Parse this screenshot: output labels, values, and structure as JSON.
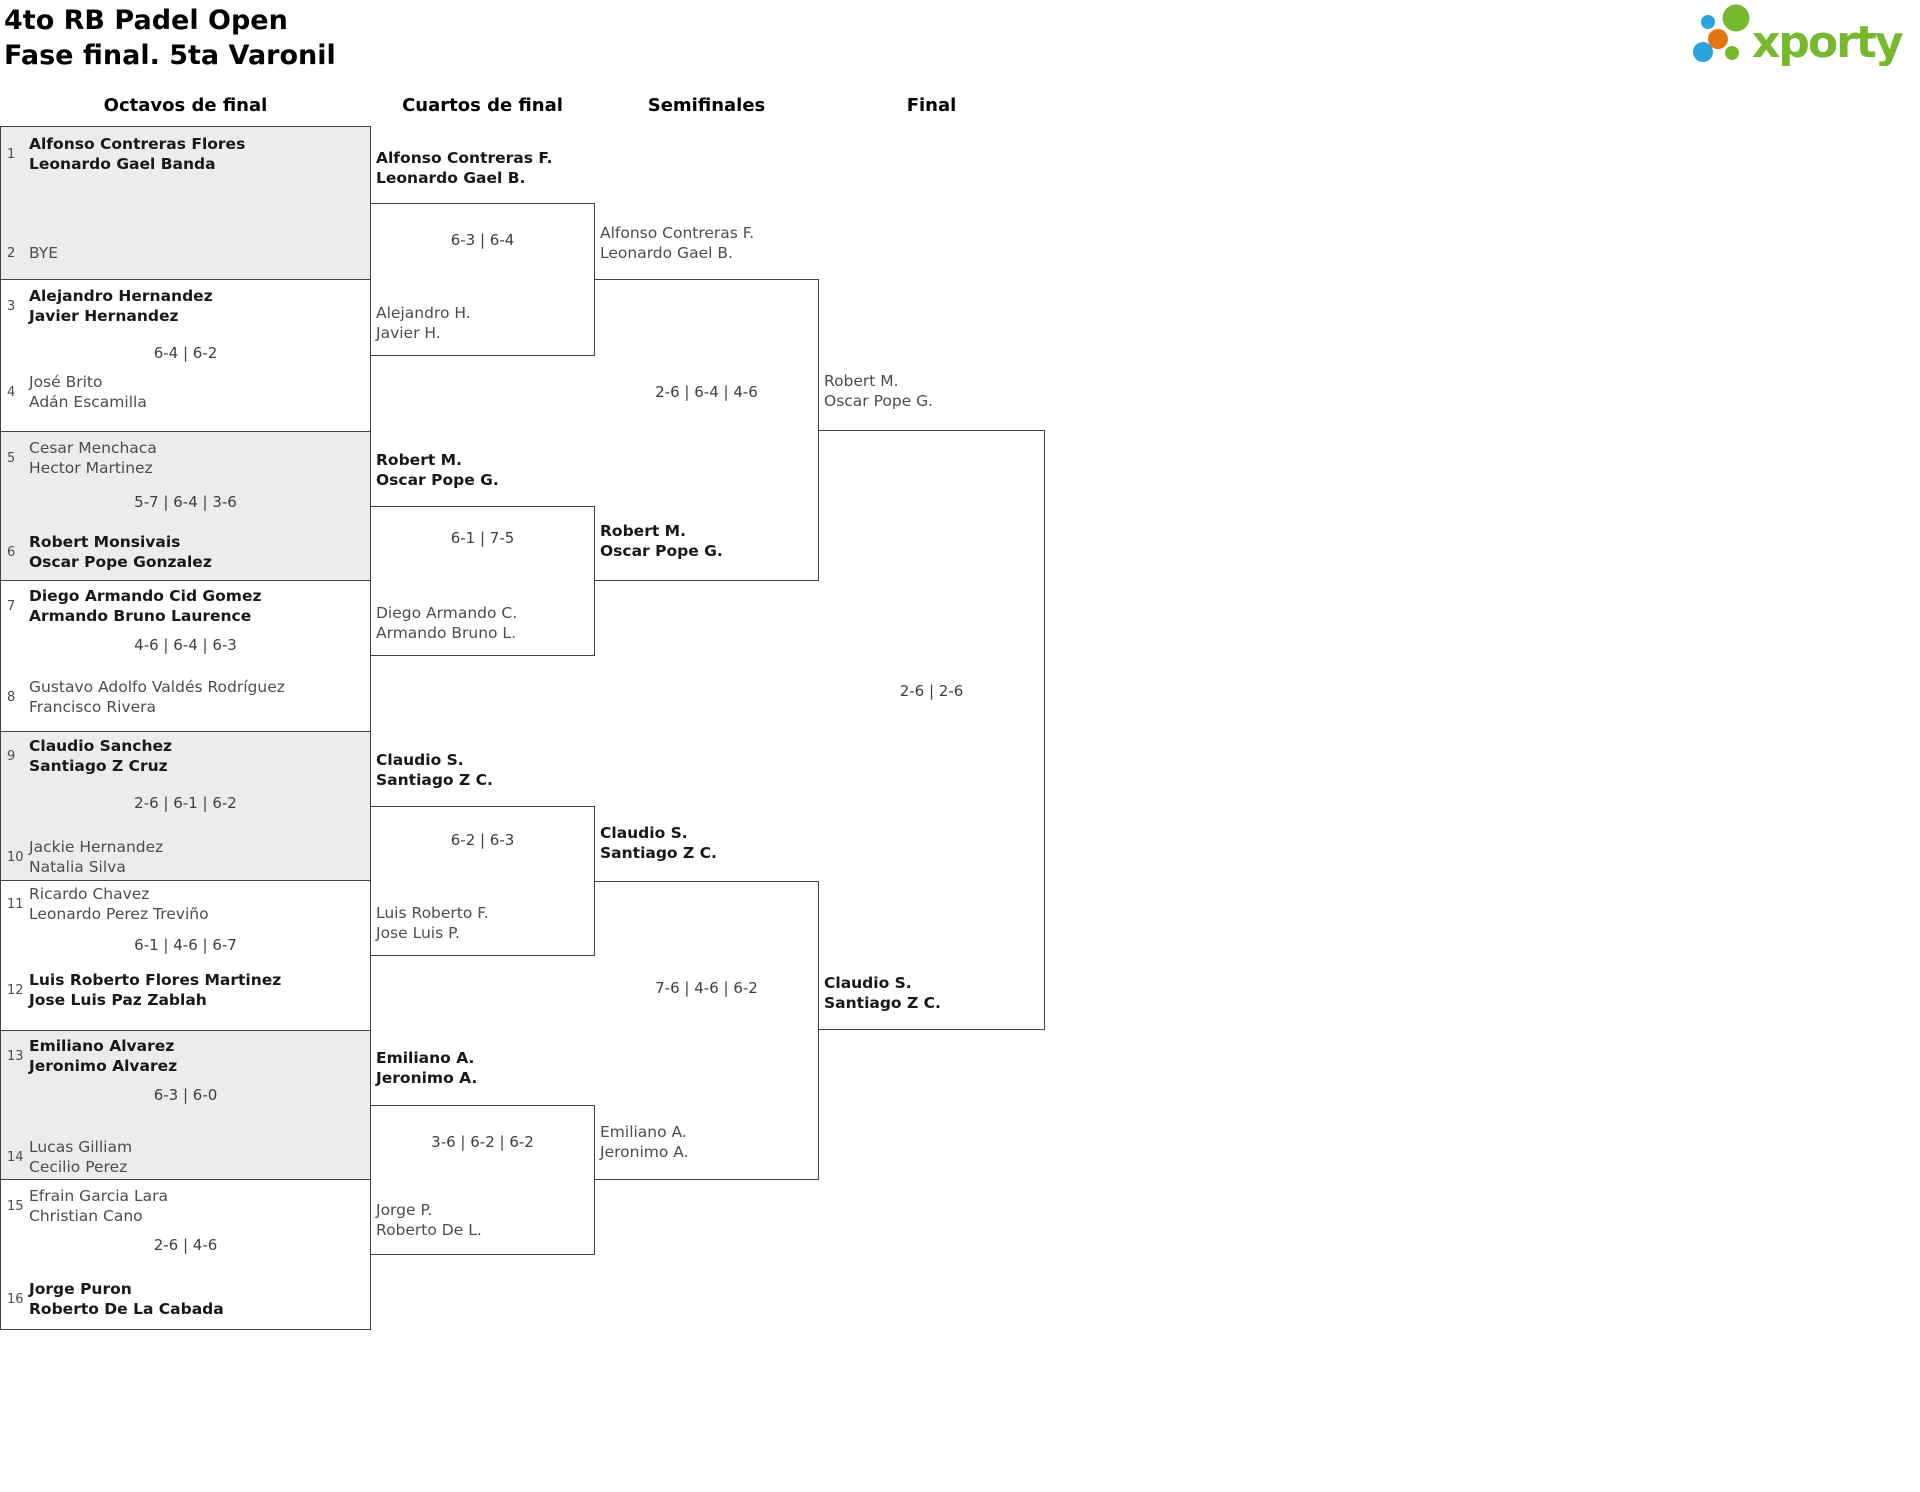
{
  "header": {
    "title_line1": "4to RB Padel Open",
    "title_line2": "Fase final. 5ta Varonil"
  },
  "logo": {
    "brand": "xporty",
    "colors": {
      "green": "#76b82e",
      "blue": "#2ba3dd",
      "orange": "#e4750e"
    }
  },
  "rounds": [
    {
      "label": "Octavos de final"
    },
    {
      "label": "Cuartos de final"
    },
    {
      "label": "Semifinales"
    },
    {
      "label": "Final"
    }
  ],
  "bracket": {
    "round16": [
      {
        "seed_top": "1",
        "team_top": [
          "Alfonso Contreras Flores",
          "Leonardo Gael Banda"
        ],
        "top_winner": true,
        "score": "",
        "seed_bottom": "2",
        "team_bottom": [
          "BYE"
        ],
        "bottom_winner": false
      },
      {
        "seed_top": "3",
        "team_top": [
          "Alejandro Hernandez",
          "Javier Hernandez"
        ],
        "top_winner": true,
        "score": "6-4 | 6-2",
        "seed_bottom": "4",
        "team_bottom": [
          "José Brito",
          "Adán Escamilla"
        ],
        "bottom_winner": false
      },
      {
        "seed_top": "5",
        "team_top": [
          "Cesar Menchaca",
          "Hector Martinez"
        ],
        "top_winner": false,
        "score": "5-7 | 6-4 | 3-6",
        "seed_bottom": "6",
        "team_bottom": [
          "Robert Monsivais",
          "Oscar Pope Gonzalez"
        ],
        "bottom_winner": true
      },
      {
        "seed_top": "7",
        "team_top": [
          "Diego Armando Cid Gomez",
          "Armando Bruno Laurence"
        ],
        "top_winner": true,
        "score": "4-6 | 6-4 | 6-3",
        "seed_bottom": "8",
        "team_bottom": [
          "Gustavo Adolfo Valdés Rodríguez",
          "Francisco Rivera"
        ],
        "bottom_winner": false
      },
      {
        "seed_top": "9",
        "team_top": [
          "Claudio Sanchez",
          "Santiago Z Cruz"
        ],
        "top_winner": true,
        "score": "2-6 | 6-1 | 6-2",
        "seed_bottom": "10",
        "team_bottom": [
          "Jackie Hernandez",
          "Natalia Silva"
        ],
        "bottom_winner": false
      },
      {
        "seed_top": "11",
        "team_top": [
          "Ricardo Chavez",
          "Leonardo Perez Treviño"
        ],
        "top_winner": false,
        "score": "6-1 | 4-6 | 6-7",
        "seed_bottom": "12",
        "team_bottom": [
          "Luis Roberto Flores Martinez",
          "Jose Luis Paz Zablah"
        ],
        "bottom_winner": true
      },
      {
        "seed_top": "13",
        "team_top": [
          "Emiliano Alvarez",
          "Jeronimo Alvarez"
        ],
        "top_winner": true,
        "score": "6-3 | 6-0",
        "seed_bottom": "14",
        "team_bottom": [
          "Lucas Gilliam",
          "Cecilio Perez"
        ],
        "bottom_winner": false
      },
      {
        "seed_top": "15",
        "team_top": [
          "Efrain Garcia Lara",
          "Christian Cano"
        ],
        "top_winner": false,
        "score": "2-6 | 4-6",
        "seed_bottom": "16",
        "team_bottom": [
          "Jorge Puron",
          "Roberto De La Cabada"
        ],
        "bottom_winner": true
      }
    ],
    "quarterfinals": [
      {
        "team_top": [
          "Alfonso Contreras F.",
          "Leonardo Gael B."
        ],
        "top_winner": true,
        "score": "6-3 | 6-4",
        "team_bottom": [
          "Alejandro H.",
          "Javier H."
        ],
        "bottom_winner": false
      },
      {
        "team_top": [
          "Robert M.",
          "Oscar Pope G."
        ],
        "top_winner": true,
        "score": "6-1 | 7-5",
        "team_bottom": [
          "Diego Armando C.",
          "Armando Bruno L."
        ],
        "bottom_winner": false
      },
      {
        "team_top": [
          "Claudio S.",
          "Santiago Z C."
        ],
        "top_winner": true,
        "score": "6-2 | 6-3",
        "team_bottom": [
          "Luis Roberto F.",
          "Jose Luis P."
        ],
        "bottom_winner": false
      },
      {
        "team_top": [
          "Emiliano A.",
          "Jeronimo A."
        ],
        "top_winner": true,
        "score": "3-6 | 6-2 | 6-2",
        "team_bottom": [
          "Jorge P.",
          "Roberto De L."
        ],
        "bottom_winner": false
      }
    ],
    "semifinals": [
      {
        "team_top": [
          "Alfonso Contreras F.",
          "Leonardo Gael B."
        ],
        "top_winner": false,
        "score": "2-6 | 6-4 | 4-6",
        "team_bottom": [
          "Robert M.",
          "Oscar Pope G."
        ],
        "bottom_winner": true
      },
      {
        "team_top": [
          "Claudio S.",
          "Santiago Z C."
        ],
        "top_winner": true,
        "score": "7-6 | 4-6 | 6-2",
        "team_bottom": [
          "Emiliano A.",
          "Jeronimo A."
        ],
        "bottom_winner": false
      }
    ],
    "final": {
      "team_top": [
        "Robert M.",
        "Oscar Pope G."
      ],
      "top_winner": false,
      "score": "2-6 | 2-6",
      "team_bottom": [
        "Claudio S.",
        "Santiago Z C."
      ],
      "bottom_winner": true
    }
  }
}
